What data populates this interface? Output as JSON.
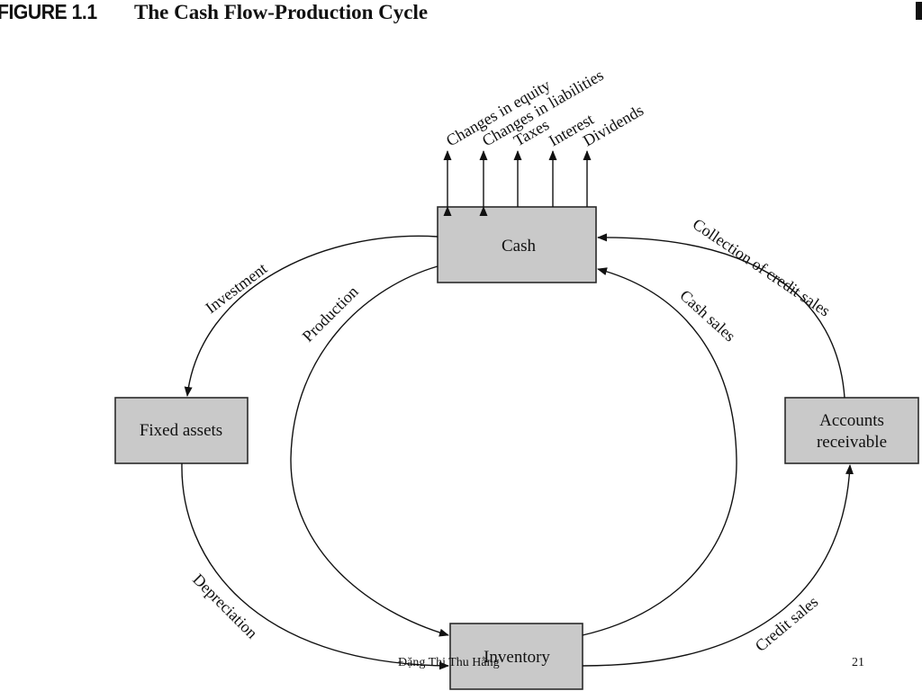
{
  "header": {
    "figure_number": "FIGURE 1.1",
    "title": "The Cash Flow-Production Cycle"
  },
  "nodes": {
    "cash": "Cash",
    "fixed_assets": "Fixed assets",
    "accounts_receivable_line1": "Accounts",
    "accounts_receivable_line2": "receivable",
    "inventory": "Inventory"
  },
  "top_flows": {
    "equity": "Changes in equity",
    "liabilities": "Changes in liabilities",
    "taxes": "Taxes",
    "interest": "Interest",
    "dividends": "Dividends"
  },
  "flows": {
    "investment": "Investment",
    "production": "Production",
    "cash_sales": "Cash sales",
    "collection": "Collection of credit sales",
    "depreciation": "Depreciation",
    "credit_sales": "Credit sales"
  },
  "footer": {
    "author": "Đặng Thị Thu Hằng",
    "page_number": "21"
  }
}
